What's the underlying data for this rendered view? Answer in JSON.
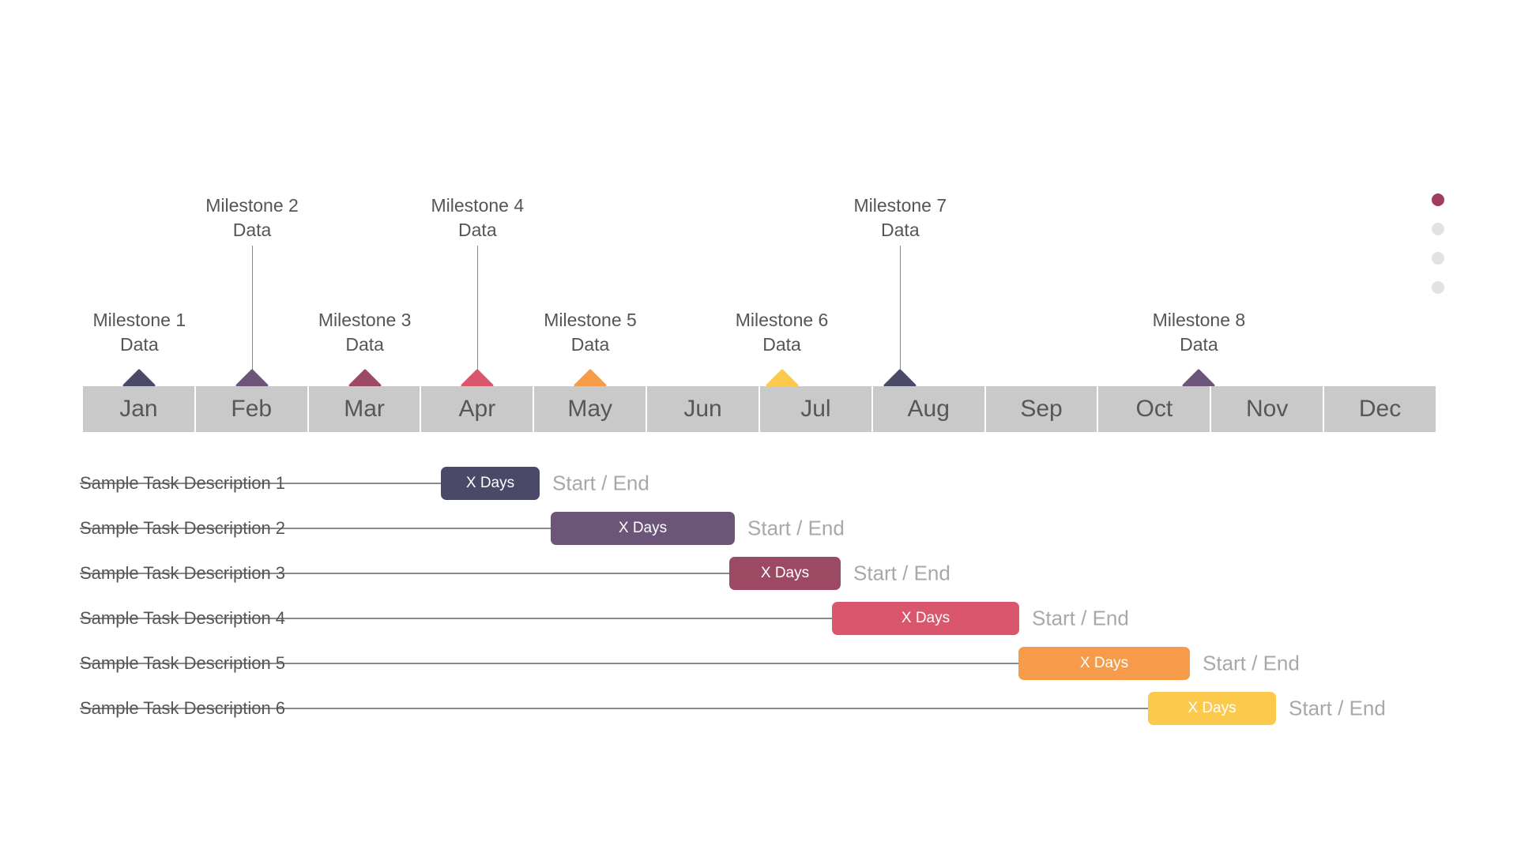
{
  "timeline": {
    "months": [
      "Jan",
      "Feb",
      "Mar",
      "Apr",
      "May",
      "Jun",
      "Jul",
      "Aug",
      "Sep",
      "Oct",
      "Nov",
      "Dec"
    ],
    "bar_color": "#c9c9c9",
    "month_text_color": "#575757"
  },
  "milestones": [
    {
      "title": "Milestone 1",
      "sub": "Data",
      "month_index": 0.5,
      "color": "#4a4a68",
      "row": "lower"
    },
    {
      "title": "Milestone 2",
      "sub": "Data",
      "month_index": 1.5,
      "color": "#6b5578",
      "row": "upper"
    },
    {
      "title": "Milestone 3",
      "sub": "Data",
      "month_index": 2.5,
      "color": "#9c4a63",
      "row": "lower"
    },
    {
      "title": "Milestone 4",
      "sub": "Data",
      "month_index": 3.5,
      "color": "#d9566c",
      "row": "upper"
    },
    {
      "title": "Milestone 5",
      "sub": "Data",
      "month_index": 4.5,
      "color": "#f59b4a",
      "row": "lower"
    },
    {
      "title": "Milestone 6",
      "sub": "Data",
      "month_index": 6.2,
      "color": "#fbc94c",
      "row": "lower"
    },
    {
      "title": "Milestone 7",
      "sub": "Data",
      "month_index": 7.25,
      "color": "#4a4a68",
      "row": "upper"
    },
    {
      "title": "Milestone 8",
      "sub": "Data",
      "month_index": 9.9,
      "color": "#6b5578",
      "row": "lower"
    }
  ],
  "tasks": [
    {
      "name": "Sample Task Description 1",
      "duration_label": "X Days",
      "dates_label": "Start / End",
      "color": "#4a4a68",
      "bar_start": 558,
      "bar_end": 683
    },
    {
      "name": "Sample Task Description 2",
      "duration_label": "X Days",
      "dates_label": "Start / End",
      "color": "#6b5578",
      "bar_start": 697,
      "bar_end": 930
    },
    {
      "name": "Sample Task Description 3",
      "duration_label": "X Days",
      "dates_label": "Start / End",
      "color": "#9c4a63",
      "bar_start": 923,
      "bar_end": 1064
    },
    {
      "name": "Sample Task Description 4",
      "duration_label": "X Days",
      "dates_label": "Start / End",
      "color": "#d9566c",
      "bar_start": 1053,
      "bar_end": 1290
    },
    {
      "name": "Sample Task Description 5",
      "duration_label": "X Days",
      "dates_label": "Start / End",
      "color": "#f59b4a",
      "bar_start": 1289,
      "bar_end": 1506
    },
    {
      "name": "Sample Task Description 6",
      "duration_label": "X Days",
      "dates_label": "Start / End",
      "color": "#fbc94c",
      "bar_start": 1453,
      "bar_end": 1615
    }
  ],
  "pager": {
    "total": 4,
    "active_index": 0,
    "active_color": "#a03c5c",
    "inactive_color": "#e2e2e2"
  }
}
